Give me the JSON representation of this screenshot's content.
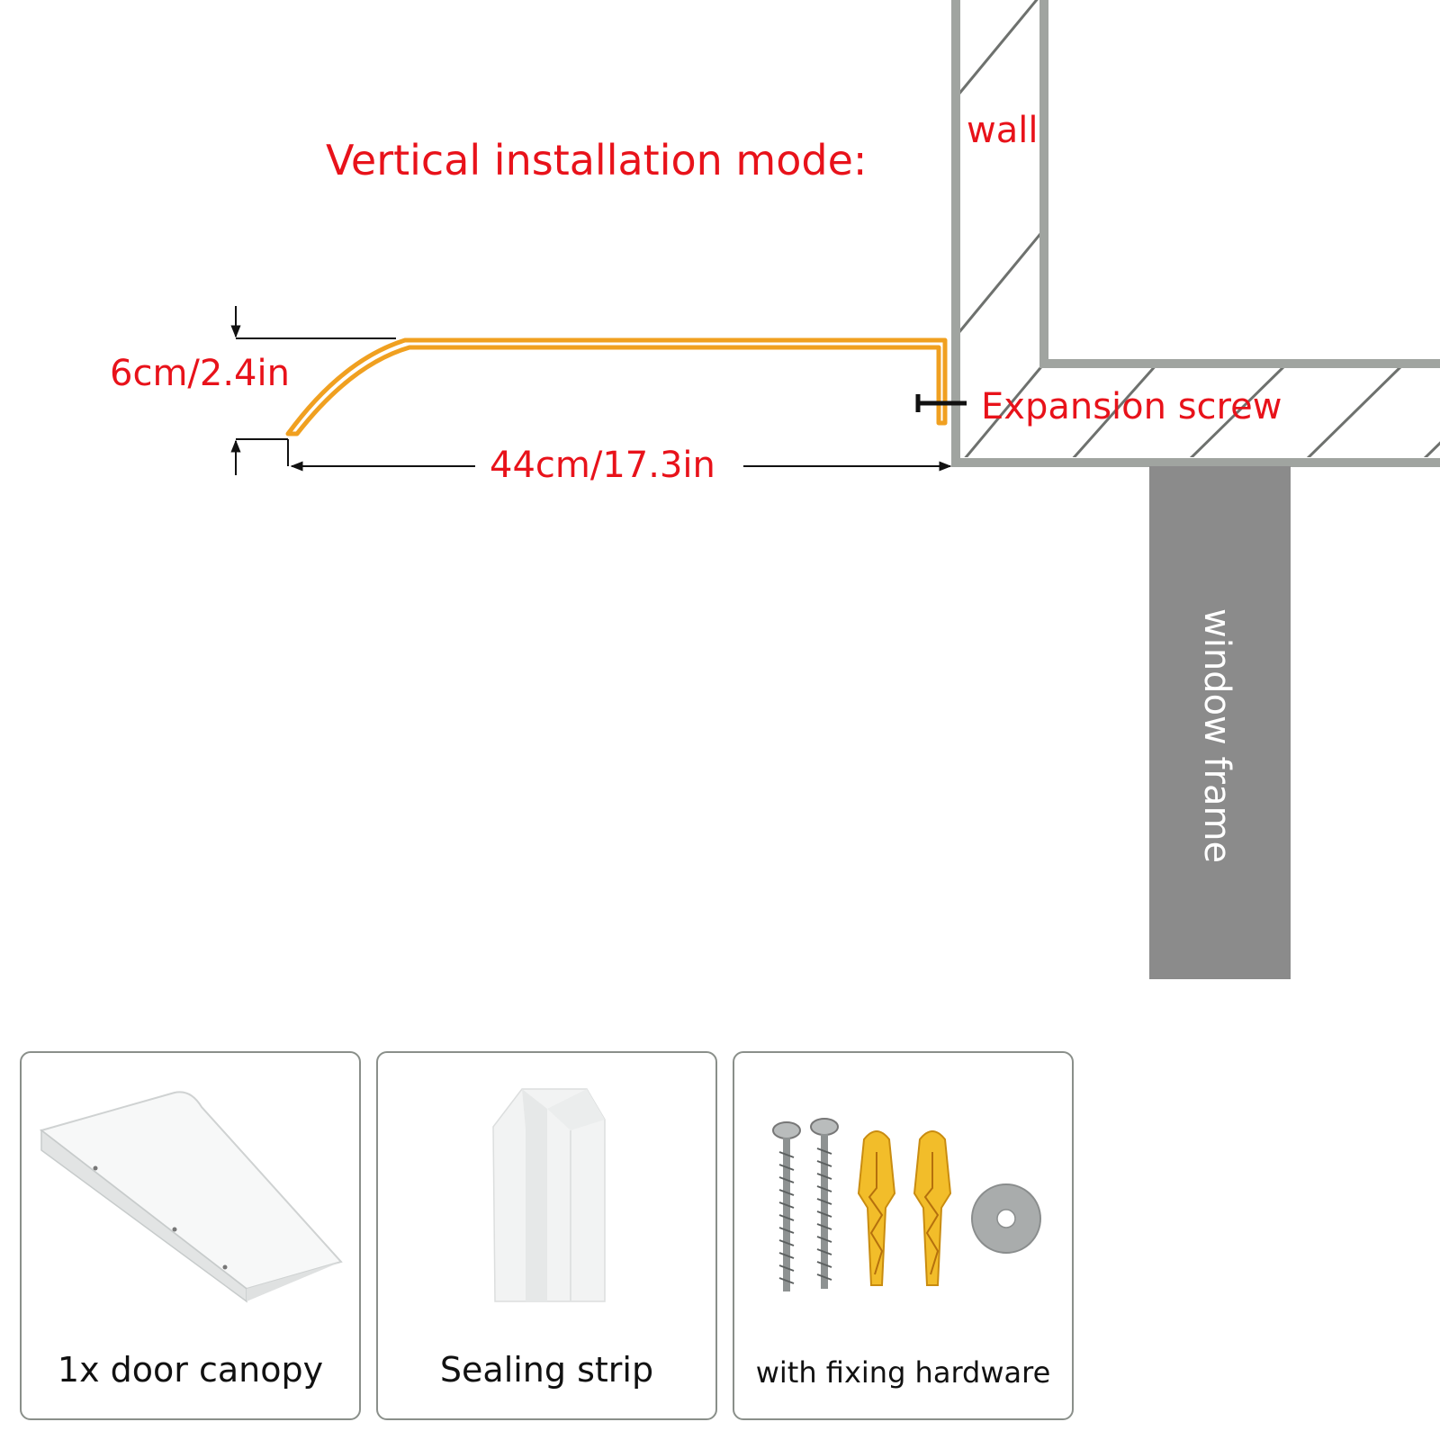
{
  "diagram": {
    "title": "Vertical installation mode:",
    "wall_label": "wall",
    "screw_label": "Expansion screw",
    "height_label": "6cm/2.4in",
    "depth_label": "44cm/17.3in",
    "window_frame_label": "window frame",
    "colors": {
      "annotation": "#e8121a",
      "canopy": "#f0a020",
      "wall_outline": "#a0a4a0",
      "window_frame": "#8b8b8b"
    }
  },
  "package_items": [
    {
      "label": "1x door canopy",
      "icon": "canopy-icon"
    },
    {
      "label": "Sealing strip",
      "icon": "sealing-strip-icon"
    },
    {
      "label": "with fixing hardware",
      "icon": "hardware-icon"
    }
  ]
}
